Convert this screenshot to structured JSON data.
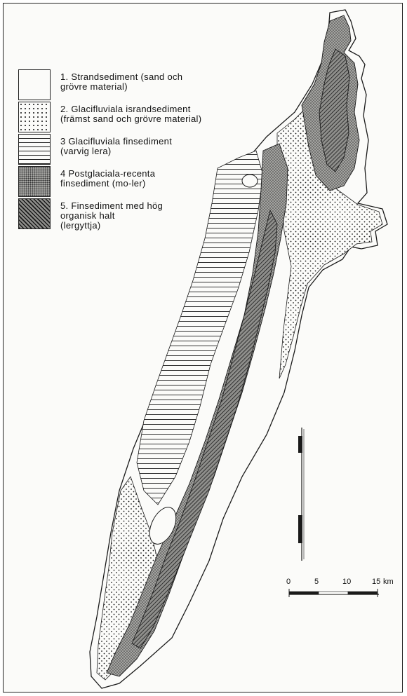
{
  "legend": {
    "items": [
      {
        "number": "1",
        "pattern": "blank",
        "line1": "Strandsediment (sand och",
        "line2": "grövre material)",
        "line3": ""
      },
      {
        "number": "2",
        "pattern": "dots",
        "line1": "Glacifluviala israndsediment",
        "line2": "(främst sand och grövre material)",
        "line3": ""
      },
      {
        "number": "3",
        "pattern": "horizontal-lines",
        "line1": "Glacifluviala finsediment",
        "line2": "(varvig lera)",
        "line3": ""
      },
      {
        "number": "4",
        "pattern": "dense-stipple",
        "line1": "Postglaciala-recenta",
        "line2": "finsediment (mo-ler)",
        "line3": ""
      },
      {
        "number": "5",
        "pattern": "diagonal-hatch",
        "line1": "Finsediment med hög",
        "line2": "organisk halt",
        "line3": "(lergyttja)"
      }
    ]
  },
  "scale_bar": {
    "ticks": [
      "0",
      "5",
      "10",
      "15"
    ],
    "unit": "km"
  },
  "colors": {
    "ink": "#1a1a1a",
    "paper": "#fbfbf9",
    "stipple_fill": "#9a9a98",
    "hatch_fill": "#6e6e6c"
  }
}
